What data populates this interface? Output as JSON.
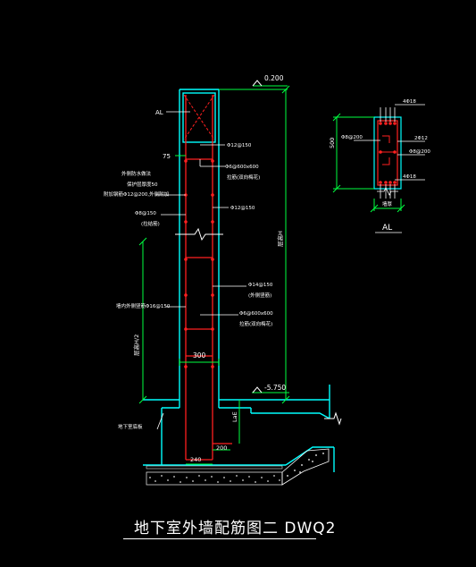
{
  "drawing_title": "地下室外墙配筋图二  DWQ2",
  "colors": {
    "background": "#000000",
    "wall_outline": "#00ffff",
    "rebar": "#ff2020",
    "dimension": "#00ff40",
    "annotation": "#ffffff",
    "leader": "#00ff40"
  },
  "labels": {
    "top_elevation": "0.200",
    "bottom_elevation": "-5.750",
    "beam_tag": "AL",
    "cover_75": "75",
    "wall_thickness": "300",
    "dim_200": "200",
    "dim_240": "240",
    "dim_lae": "LaE",
    "dim_wall_height": "层高H",
    "dim_lower": "层高H/2",
    "note_left_1": "外侧防水做法",
    "note_left_2": "保护层厚度50",
    "note_left_3": "附加钢筋Φ12@200,外侧附加",
    "note_left_4": "Φ8@150",
    "note_left_4b": "(拉结筋)",
    "note_left_5": "墙内外侧竖筋Φ16@150",
    "note_right_1": "Φ12@150",
    "note_right_2": "Φ6@600x600",
    "note_right_2b": "拉筋(双向梅花)",
    "note_right_3": "Φ12@150",
    "note_right_4": "Φ14@150",
    "note_right_4b": "(外侧竖筋)",
    "note_right_5": "Φ6@600x600",
    "note_right_5b": "拉筋(双向梅花)",
    "note_bottom_left": "地下室底板"
  },
  "section_detail": {
    "label": "AL",
    "dim_height": "500",
    "top_bars": "4Φ18",
    "bottom_bars": "4Φ18",
    "side_bars": "2Φ12",
    "stirrup": "Φ8@200",
    "tie": "Φ8@200",
    "width_label": "墙厚"
  }
}
